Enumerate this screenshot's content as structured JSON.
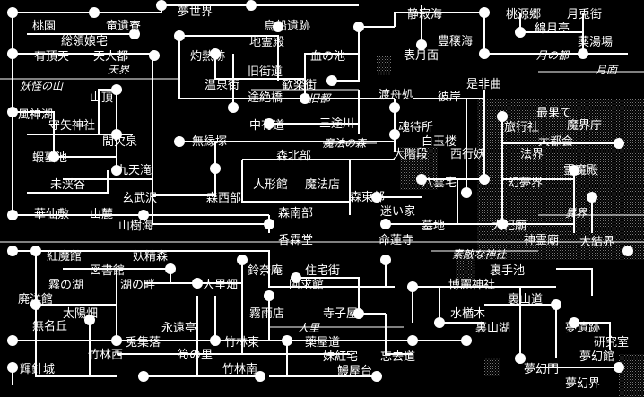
{
  "places": {
    "mugenkai": "夢幻界",
    "mugenkan": "夢幻館",
    "mugenmon": "夢幻門",
    "kenkyushitsu": "研究室",
    "muiseki": "夢遺跡",
    "muyokai": "夢世界",
    "tougenkyo": "桃源郷",
    "tsukiusagigai": "月兎街",
    "kizukitei": "綿月亭",
    "yakutoujo": "薬湯場",
    "seijakukai": "静寂海",
    "houjoukai": "豊穣海",
    "hyougetsumen": "表月面",
    "torifuneiseki": "鳥船遺跡",
    "jichikaden": "地霊殿",
    "chinomizu": "血の池",
    "kyuutoudou": "旧街道",
    "kangakugai": "歓楽街",
    "onsengai": "温泉街",
    "shakunetsuato": "灼熱跡",
    "tozetsubashi": "途絶橋",
    "tougen": "桃園",
    "ryuuinryou": "竜遺寮",
    "souryoujingu": "総領娘宅",
    "uchouten": "有頂天",
    "tenninto": "天人都",
    "sanchou": "山頂",
    "fuujinko": "風神湖",
    "shuyajinja": "守矢神社",
    "kankyuusen": "間欠泉",
    "gamaike": "蝦蟇池",
    "kyuutenta": "九天滝",
    "mitsukeiya": "未渓谷",
    "genbuzawa": "玄武沢",
    "kasenshiki": "華仙敷",
    "sanroku": "山麓",
    "yamakikai": "山樹海",
    "chuudoudou": "中有道",
    "sanzugawa": "三途川",
    "muenzuka": "無縁塚",
    "shinbokubu": "森北部",
    "ningyoukan": "人形館",
    "mahouten": "魔法店",
    "moriseibu": "森西部",
    "shintoubu": "森東部",
    "shinnanbu": "森南部",
    "koumakan": "紅魔館",
    "toshokan": "図書館",
    "kirinoumi": "霧の湖",
    "yousei_mori": "妖精森",
    "haiyoukan": "廃洋館",
    "taiyoubatake": "太陽畑",
    "mizunohotori": "湖の畔",
    "jinribatake": "人里畑",
    "suzunaan": "鈴奈庵",
    "akyuukan": "阿求館",
    "juutakugai": "住宅街",
    "kirisameten": "霧雨店",
    "terakoya": "寺子屋",
    "kourindou": "香霖堂",
    "mumeioka": "無名丘",
    "eientei": "永遠亭",
    "usagishuraku": "兎集落",
    "chikurinseki": "竹林西",
    "chikurintou": "竹林東",
    "chikurinnan": "竹林南",
    "yakuyamichi": "薬屋道",
    "takenosato": "筍の里",
    "kishinjou": "輝針城",
    "moukoutaku": "妹紅宅",
    "unagiyatai": "鰻屋台",
    "boukyakudou": "忘去道",
    "watashibashiba": "渡舟処",
    "higan": "彼岸",
    "zehikyoku": "是非曲",
    "konjisho": "魂待所",
    "hakugyokurou": "白玉楼",
    "saigyouyou": "西行妖",
    "daikaidan": "大階段",
    "yakumotaku": "八雲宅",
    "mayoiie": "迷い家",
    "meirenji": "命蓮寺",
    "bochi": "墓地",
    "daishibyou": "大祀廟",
    "shinreibyou": "神霊廟",
    "saihate": "最果て",
    "makaichou": "魔界庁",
    "ryokouhaisha": "旅行社",
    "daitokai": "大都会",
    "houkai": "法界",
    "reimaden": "霊魔殿",
    "genmukai": "幻夢界",
    "daikekkai": "大結界",
    "urateike": "裏手池",
    "hakureijinja": "博麗神社",
    "urasanmichi": "裏山道",
    "mizunoki": "水楢木",
    "urasanko": "裏山湖"
  },
  "regions": {
    "tenkai": "天界",
    "youkainoyama": "妖怪の山",
    "kyuuto": "旧都",
    "mahounomori": "魔法の森",
    "tsukinomiyako": "月の都",
    "getsumen": "月面",
    "ikai": "異界",
    "sutekinajinja": "素敵な神社",
    "ningenzato": "人里"
  }
}
